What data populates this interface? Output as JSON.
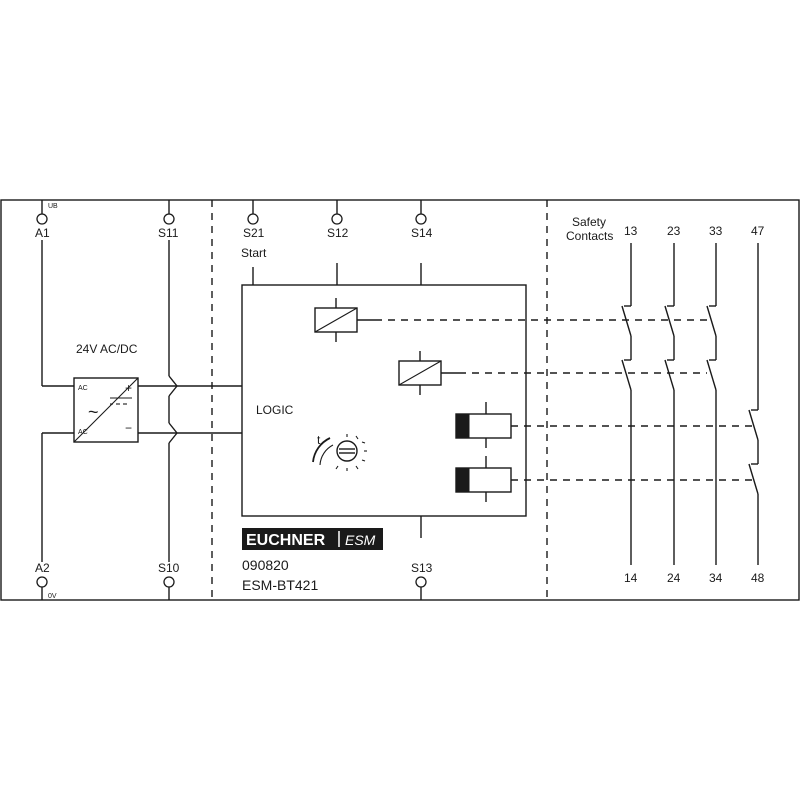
{
  "terminals": {
    "a1": "A1",
    "ub": "UB",
    "s11": "S11",
    "s21": "S21",
    "s12": "S12",
    "s14": "S14",
    "a2": "A2",
    "zero_v": "0V",
    "s10": "S10",
    "s13": "S13"
  },
  "labels": {
    "start": "Start",
    "supply": "24V AC/DC",
    "logic": "LOGIC",
    "timer": "t",
    "safety_title_1": "Safety",
    "safety_title_2": "Contacts",
    "ac_top": "AC",
    "ac_bottom": "AC",
    "plus": "+",
    "minus": "−",
    "tilde": "~"
  },
  "contacts": {
    "top": [
      "13",
      "23",
      "33",
      "47"
    ],
    "bottom": [
      "14",
      "24",
      "34",
      "48"
    ]
  },
  "product": {
    "brand": "EUCHNER",
    "series": "ESM",
    "order_no": "090820",
    "model": "ESM-BT421"
  }
}
